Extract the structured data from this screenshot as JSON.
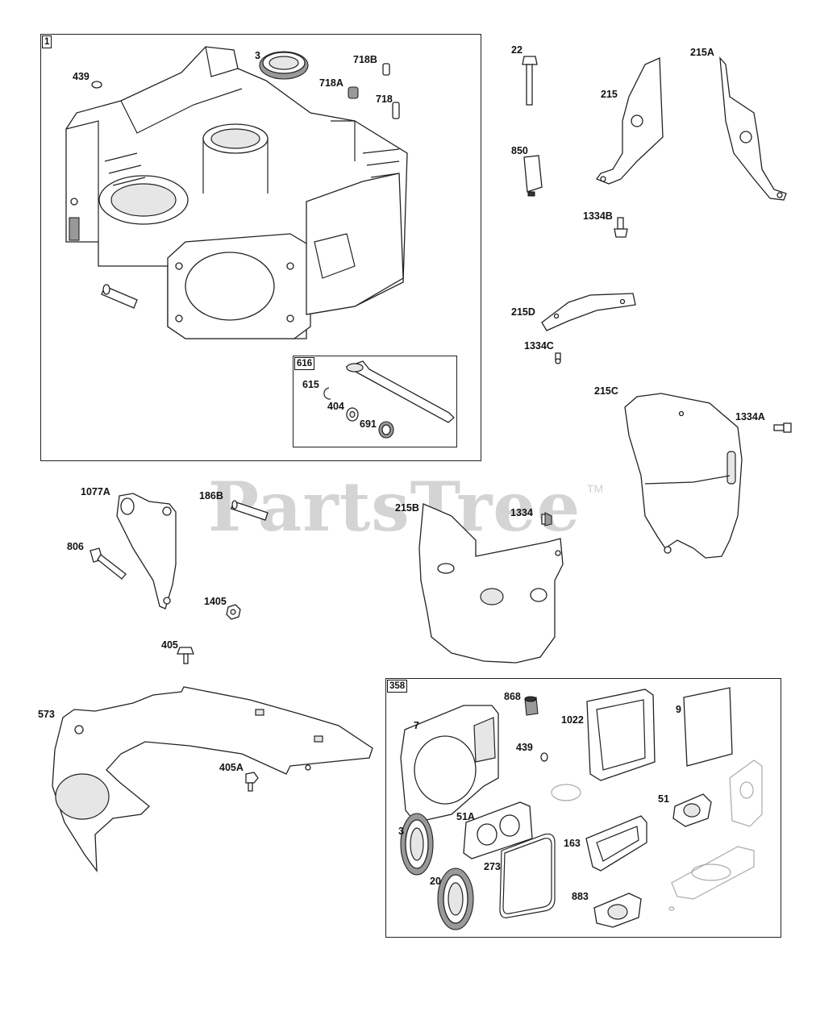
{
  "watermark": {
    "brand": "PartsTree",
    "trademark": "TM"
  },
  "assemblies": {
    "cylinder": "1",
    "governor_shaft": "616",
    "gasket_set": "358"
  },
  "labels": {
    "l439a": "439",
    "l3a": "3",
    "l718b": "718B",
    "l718a": "718A",
    "l718": "718",
    "l615": "615",
    "l404": "404",
    "l691": "691",
    "l22": "22",
    "l215": "215",
    "l215a": "215A",
    "l850": "850",
    "l1334b": "1334B",
    "l215d": "215D",
    "l1334c": "1334C",
    "l215c": "215C",
    "l1334a": "1334A",
    "l1077a": "1077A",
    "l186b": "186B",
    "l806": "806",
    "l1405": "1405",
    "l405": "405",
    "l215b": "215B",
    "l1334": "1334",
    "l573": "573",
    "l405a": "405A",
    "l868": "868",
    "l7": "7",
    "l1022": "1022",
    "l9": "9",
    "l439b": "439",
    "l51a": "51A",
    "l51": "51",
    "l3b": "3",
    "l273": "273",
    "l163": "163",
    "l20": "20",
    "l883": "883"
  }
}
